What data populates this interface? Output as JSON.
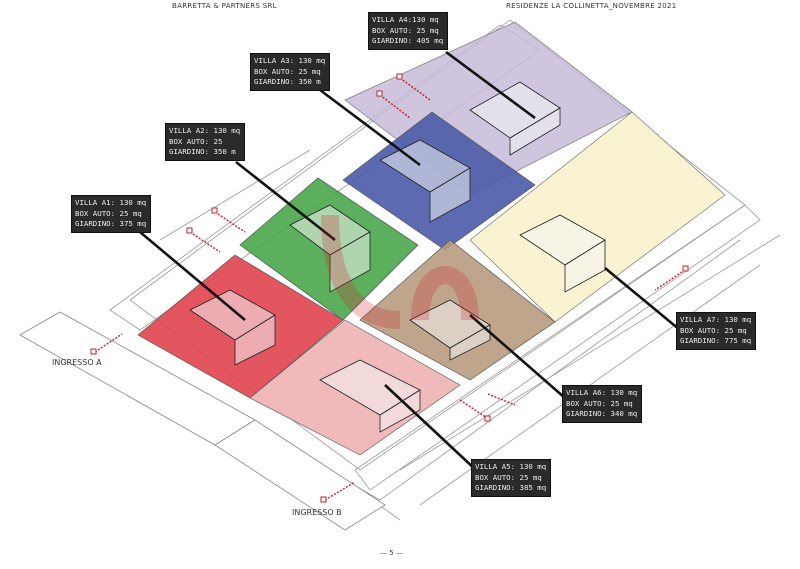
{
  "header": {
    "company": "BARRETTA & PARTNERS SRL",
    "project": "RESIDENZE LA COLLINETTA_NOVEMBRE 2021"
  },
  "entrances": {
    "a": "INGRESSO A",
    "b": "INGRESSO B"
  },
  "villas": [
    {
      "id": "A1",
      "title": "VILLA A1: 130 mq",
      "box": "BOX AUTO: 25 mq",
      "garden": "GIARDINO: 375 mq",
      "color": "#e0424e"
    },
    {
      "id": "A2",
      "title": "VILLA A2: 130 mq",
      "box": "BOX AUTO: 25",
      "garden": "GIARDINO: 350 m",
      "color": "#4aa64a"
    },
    {
      "id": "A3",
      "title": "VILLA A3: 130 mq",
      "box": "BOX AUTO: 25 mq",
      "garden": "GIARDINO: 350 m",
      "color": "#4a5ba8"
    },
    {
      "id": "A4",
      "title": "VILLA A4:130 mq",
      "box": "BOX AUTO: 25 mq",
      "garden": "GIARDINO: 405 mq",
      "color": "#c7bbd9"
    },
    {
      "id": "A5",
      "title": "VILLA A5: 130 mq",
      "box": "BOX AUTO: 25 mq",
      "garden": "GIARDINO: 385 mq",
      "color": "#efb3b3"
    },
    {
      "id": "A6",
      "title": "VILLA A6: 130 mq",
      "box": "BOX AUTO: 25 mq",
      "garden": "GIARDINO: 340 mq",
      "color": "#b79b7e"
    },
    {
      "id": "A7",
      "title": "VILLA A7: 130 mq",
      "box": "BOX AUTO: 25 mq",
      "garden": "GIARDINO: 775 mq",
      "color": "#f8f2cc"
    }
  ],
  "page_number": "— 5 —"
}
